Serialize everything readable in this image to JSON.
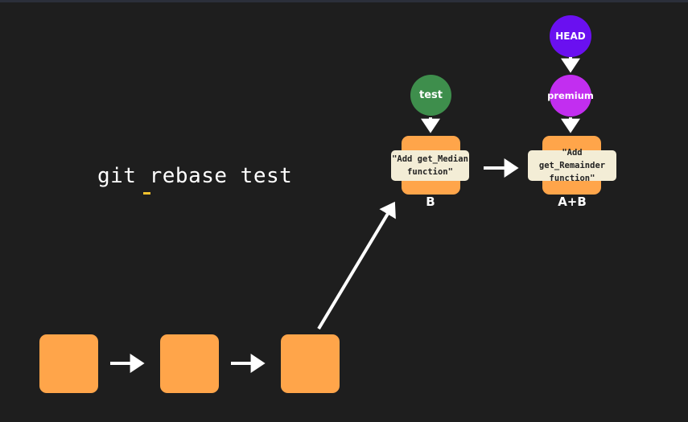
{
  "command": {
    "text": "git rebase test"
  },
  "commits": {
    "b": {
      "message_line1": "\"Add get_Median",
      "message_line2": "function\"",
      "label": "B"
    },
    "ab": {
      "message_line1": "\"Add get_Remainder",
      "message_line2": "function\"",
      "label": "A+B"
    }
  },
  "refs": {
    "test": {
      "label": "test",
      "color": "#3e8e4c"
    },
    "premium": {
      "label": "premium",
      "color": "#c22ef0"
    },
    "head": {
      "label": "HEAD",
      "color": "#6a10f0"
    }
  },
  "colors": {
    "commit": "#ffa54a",
    "message_box": "#f3edd6",
    "arrow": "#ffffff",
    "background": "#1e1e1e",
    "cursor": "#f2c12e"
  }
}
